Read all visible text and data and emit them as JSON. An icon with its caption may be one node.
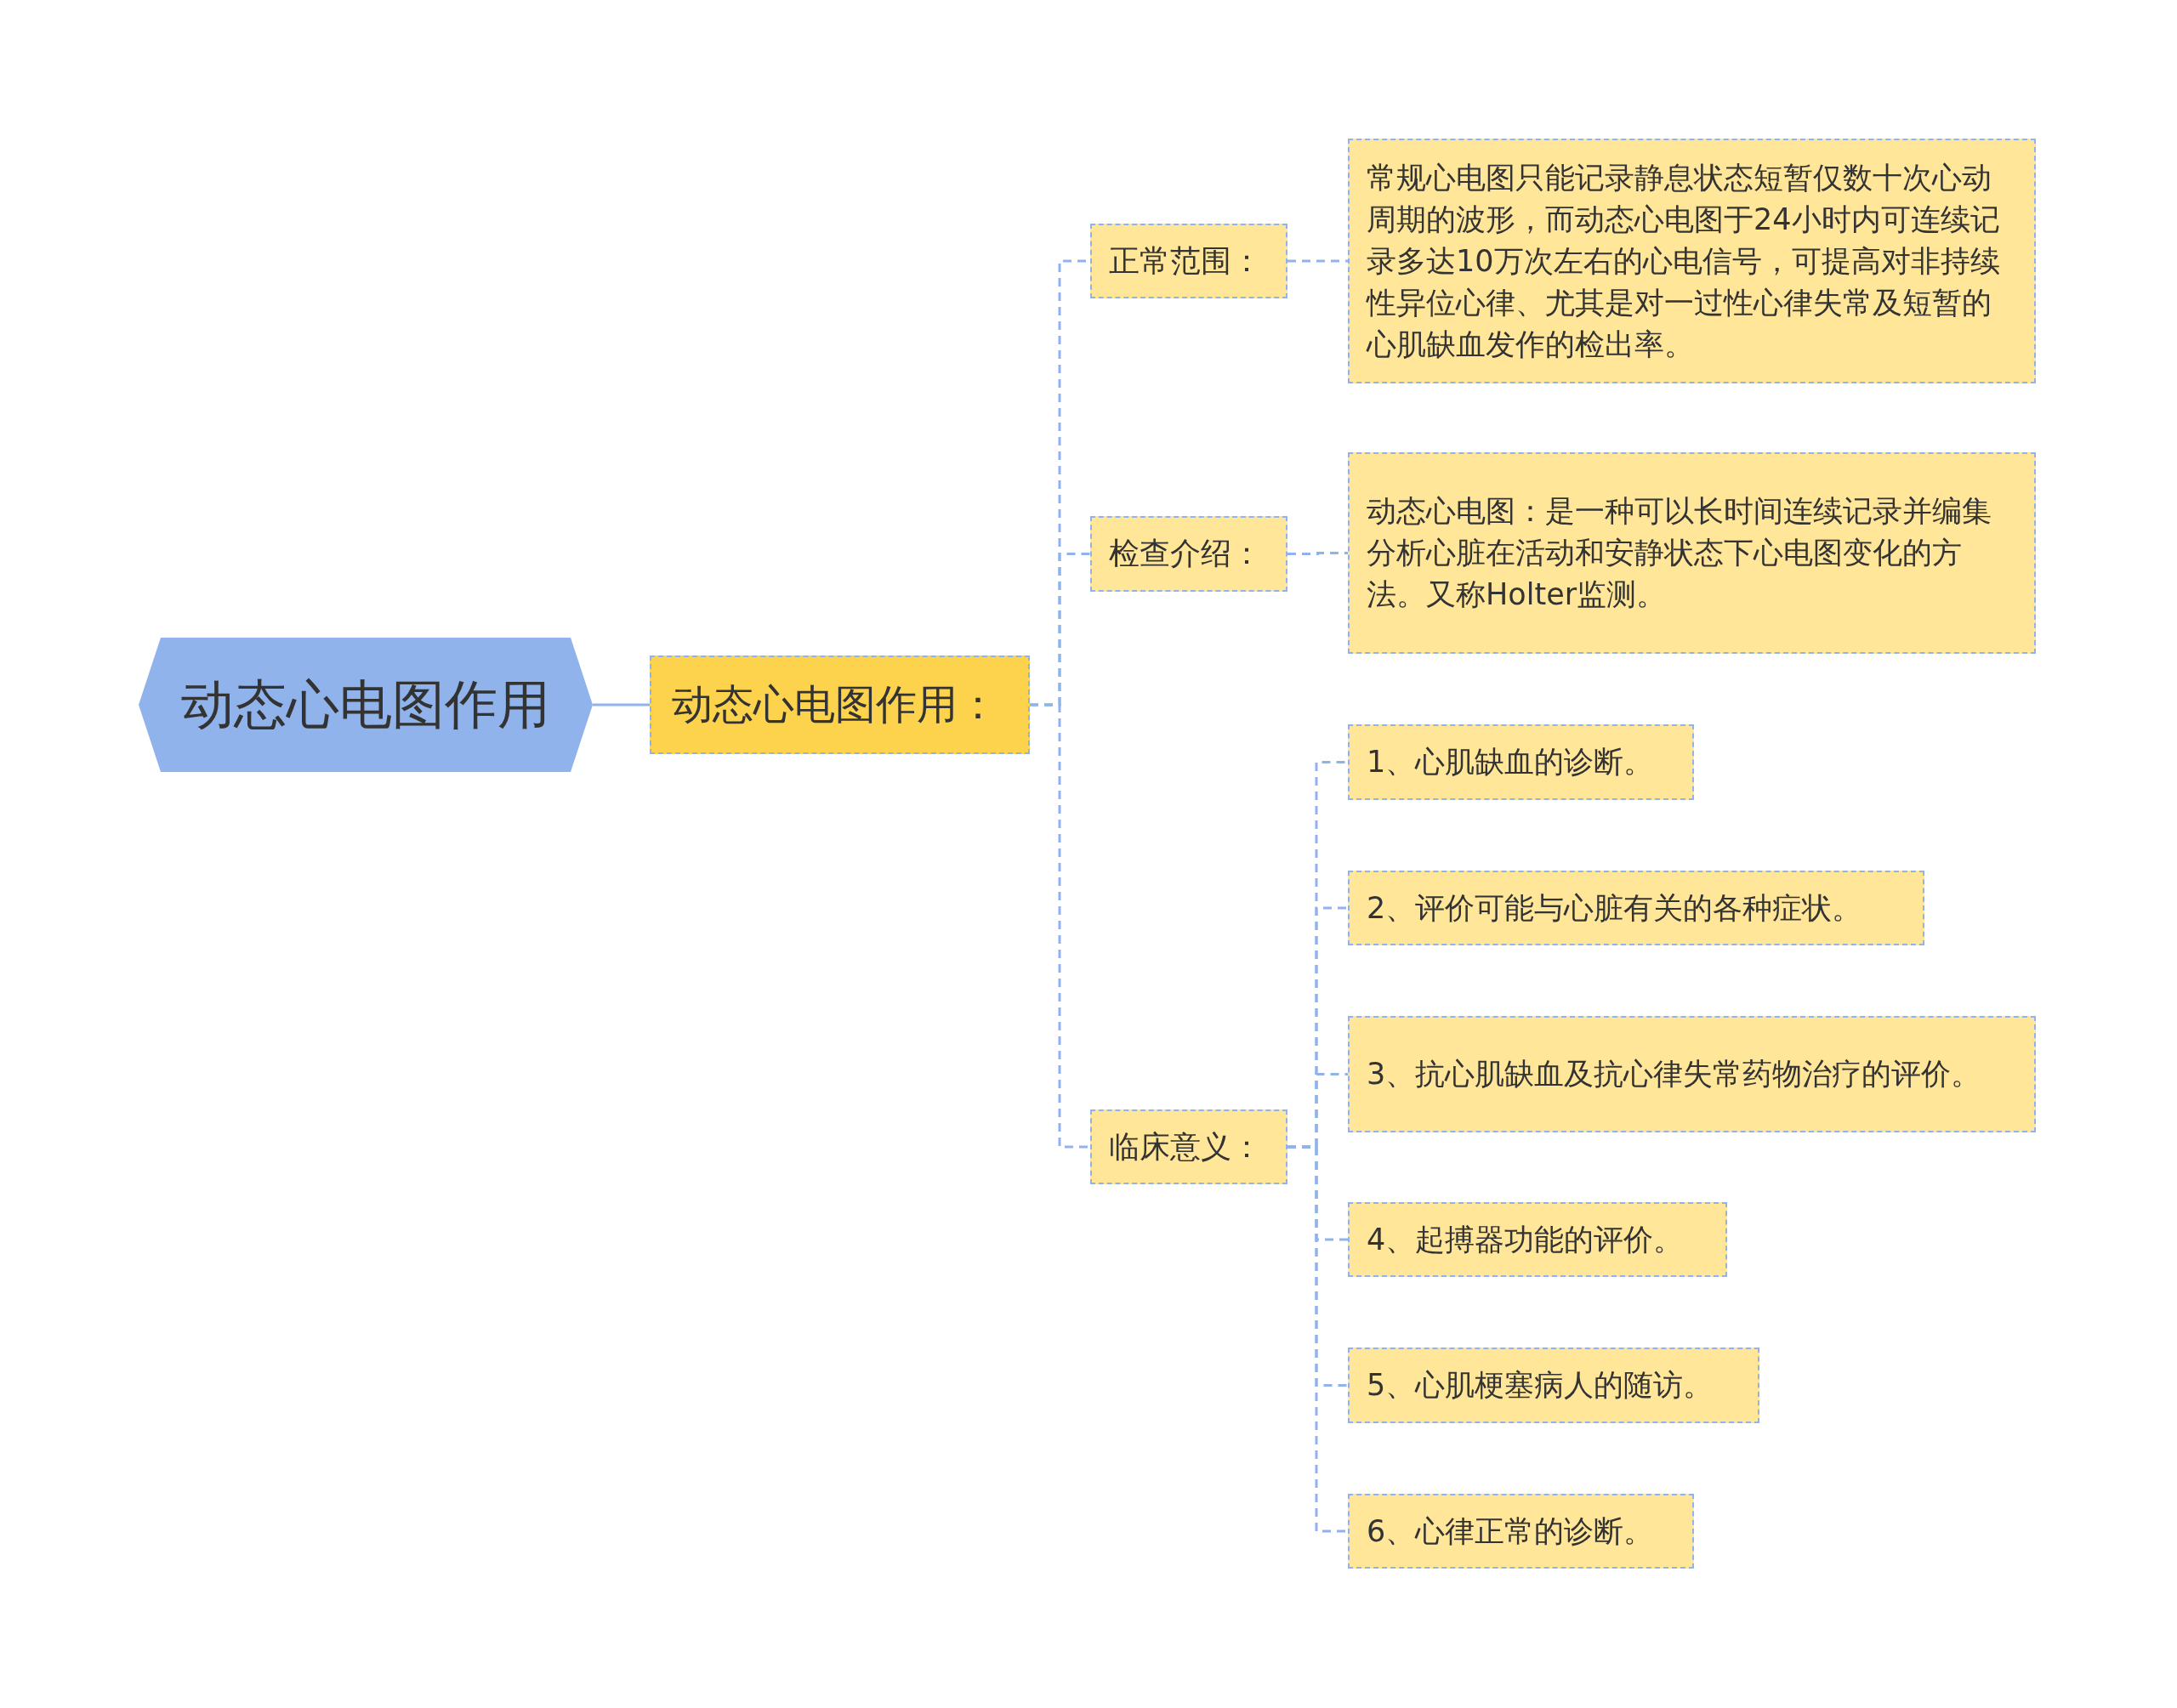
{
  "diagram": {
    "nodes": [
      {
        "text": [
          "动态心电图作用"
        ]
      },
      {
        "text": [
          "动态心电图作用："
        ]
      },
      {
        "text": [
          "正常范围："
        ]
      },
      {
        "text": [
          "检查介绍："
        ]
      },
      {
        "text": [
          "临床意义："
        ]
      },
      {
        "text": [
          "常规心电图只能记录静息状态短暂仅数十次心动周期的波形，而动态心电图于24小时内可连续记录多达10万次左右的心电信号，可提高对非持续性异位心律、尤其是对一过性心律失常及短暂的心肌缺血发作的检出率。"
        ]
      },
      {
        "text": [
          "动态心电图：是一种可以长时间连续记录并编集分析心脏在活动和安静状态下心电图变化的方法。又称Holter监测。"
        ]
      },
      {
        "text": [
          "1、心肌缺血的诊断。"
        ]
      },
      {
        "text": [
          "2、评价可能与心脏有关的各种症状。"
        ]
      },
      {
        "text": [
          "3、抗心肌缺血及抗心律失常药物治疗的评价。"
        ]
      },
      {
        "text": [
          "4、起搏器功能的评价。"
        ]
      },
      {
        "text": [
          "5、心肌梗塞病人的随访。"
        ]
      },
      {
        "text": [
          "6、心律正常的诊断。"
        ]
      }
    ],
    "edges": [
      {
        "from": 0,
        "to": 1,
        "arrow": "none"
      },
      {
        "from": 1,
        "to": 2,
        "arrow": "none",
        "style": "dashed"
      },
      {
        "from": 1,
        "to": 3,
        "arrow": "none",
        "style": "dashed"
      },
      {
        "from": 1,
        "to": 4,
        "arrow": "none",
        "style": "dashed"
      },
      {
        "from": 2,
        "to": 5,
        "arrow": "none",
        "style": "dashed"
      },
      {
        "from": 3,
        "to": 6,
        "arrow": "none",
        "style": "dashed"
      },
      {
        "from": 4,
        "to": 7,
        "arrow": "none",
        "style": "dashed"
      },
      {
        "from": 4,
        "to": 8,
        "arrow": "none",
        "style": "dashed"
      },
      {
        "from": 4,
        "to": 9,
        "arrow": "none",
        "style": "dashed"
      },
      {
        "from": 4,
        "to": 10,
        "arrow": "none",
        "style": "dashed"
      },
      {
        "from": 4,
        "to": 11,
        "arrow": "none",
        "style": "dashed"
      },
      {
        "from": 4,
        "to": 12,
        "arrow": "none",
        "style": "dashed"
      }
    ]
  }
}
